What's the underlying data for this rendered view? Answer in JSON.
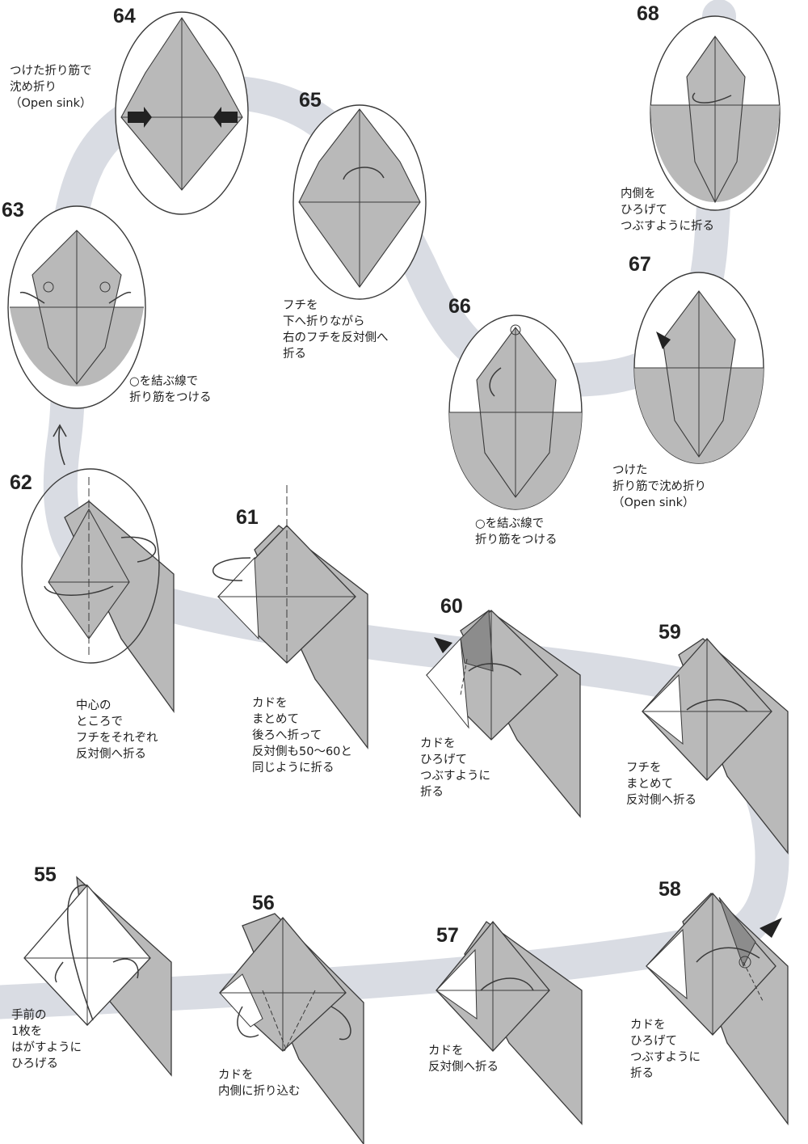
{
  "colors": {
    "paper": "#b9b9b9",
    "paper_dark": "#8c8c8c",
    "path": "#d9dce3",
    "line": "#3a3a3a",
    "white": "#ffffff"
  },
  "steps": [
    {
      "num": "55",
      "lines": [
        "手前の",
        "1枚を",
        "はがすように",
        "ひろげる"
      ]
    },
    {
      "num": "56",
      "lines": [
        "カドを",
        "内側に折り込む"
      ]
    },
    {
      "num": "57",
      "lines": [
        "カドを",
        "反対側へ折る"
      ]
    },
    {
      "num": "58",
      "lines": [
        "カドを",
        "ひろげて",
        "つぶすように",
        "折る"
      ]
    },
    {
      "num": "59",
      "lines": [
        "フチを",
        "まとめて",
        "反対側へ折る"
      ]
    },
    {
      "num": "60",
      "lines": [
        "カドを",
        "ひろげて",
        "つぶすように",
        "折る"
      ]
    },
    {
      "num": "61",
      "lines": [
        "カドを",
        "まとめて",
        "後ろへ折って",
        "反対側も50〜60と",
        "同じように折る"
      ]
    },
    {
      "num": "62",
      "lines": [
        "中心の",
        "ところで",
        "フチをそれぞれ",
        "反対側へ折る"
      ]
    },
    {
      "num": "63",
      "lines": [
        "○を結ぶ線で",
        "折り筋をつける"
      ]
    },
    {
      "num": "64",
      "lines": [
        "つけた折り筋で",
        "沈め折り",
        "（Open sink）"
      ]
    },
    {
      "num": "65",
      "lines": [
        "フチを",
        "下へ折りながら",
        "右のフチを反対側へ",
        "折る"
      ]
    },
    {
      "num": "66",
      "lines": [
        "○を結ぶ線で",
        "折り筋をつける"
      ]
    },
    {
      "num": "67",
      "lines": [
        "つけた",
        "折り筋で沈め折り",
        "（Open sink）"
      ]
    },
    {
      "num": "68",
      "lines": [
        "内側を",
        "ひろげて",
        "つぶすように折る"
      ]
    }
  ]
}
